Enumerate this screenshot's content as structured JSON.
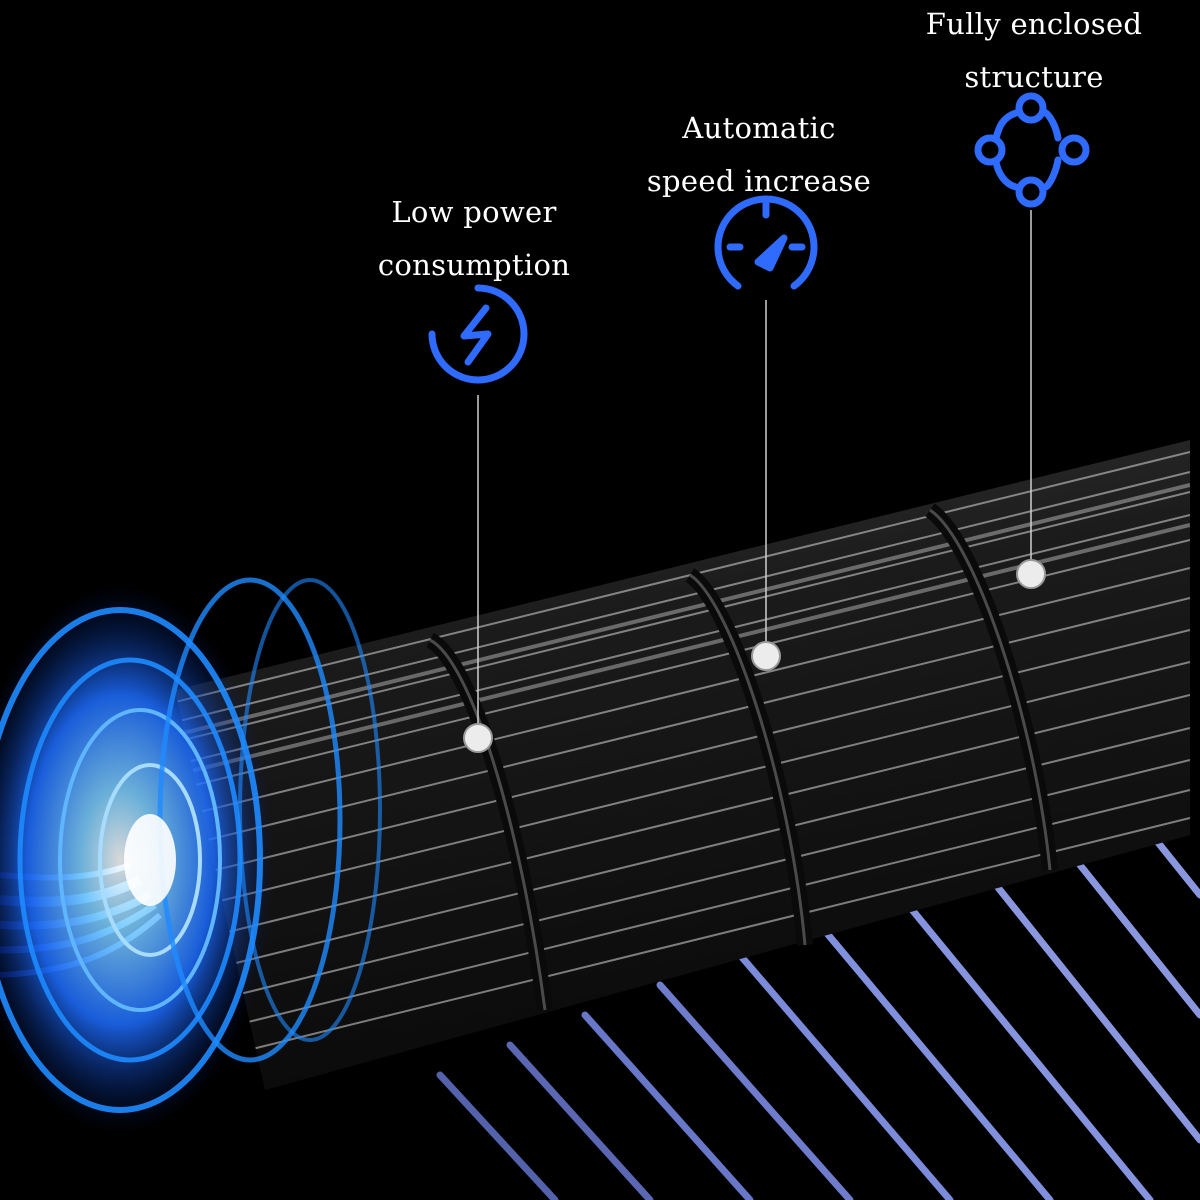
{
  "features": [
    {
      "id": "low-power",
      "line1": "Low power",
      "line2": "consumption",
      "icon": "lightning-bolt-icon"
    },
    {
      "id": "auto-speed",
      "line1": "Automatic",
      "line2": "speed increase",
      "icon": "speedometer-icon"
    },
    {
      "id": "enclosed",
      "line1": "Fully enclosed",
      "line2": "structure",
      "icon": "enclosed-structure-icon"
    }
  ],
  "colors": {
    "background": "#000000",
    "accent_blue": "#2f6bff",
    "glow_blue": "#1e8bff",
    "label_text": "#ffffff",
    "rotor_body": "#141414",
    "marker_dot": "#ececec"
  }
}
